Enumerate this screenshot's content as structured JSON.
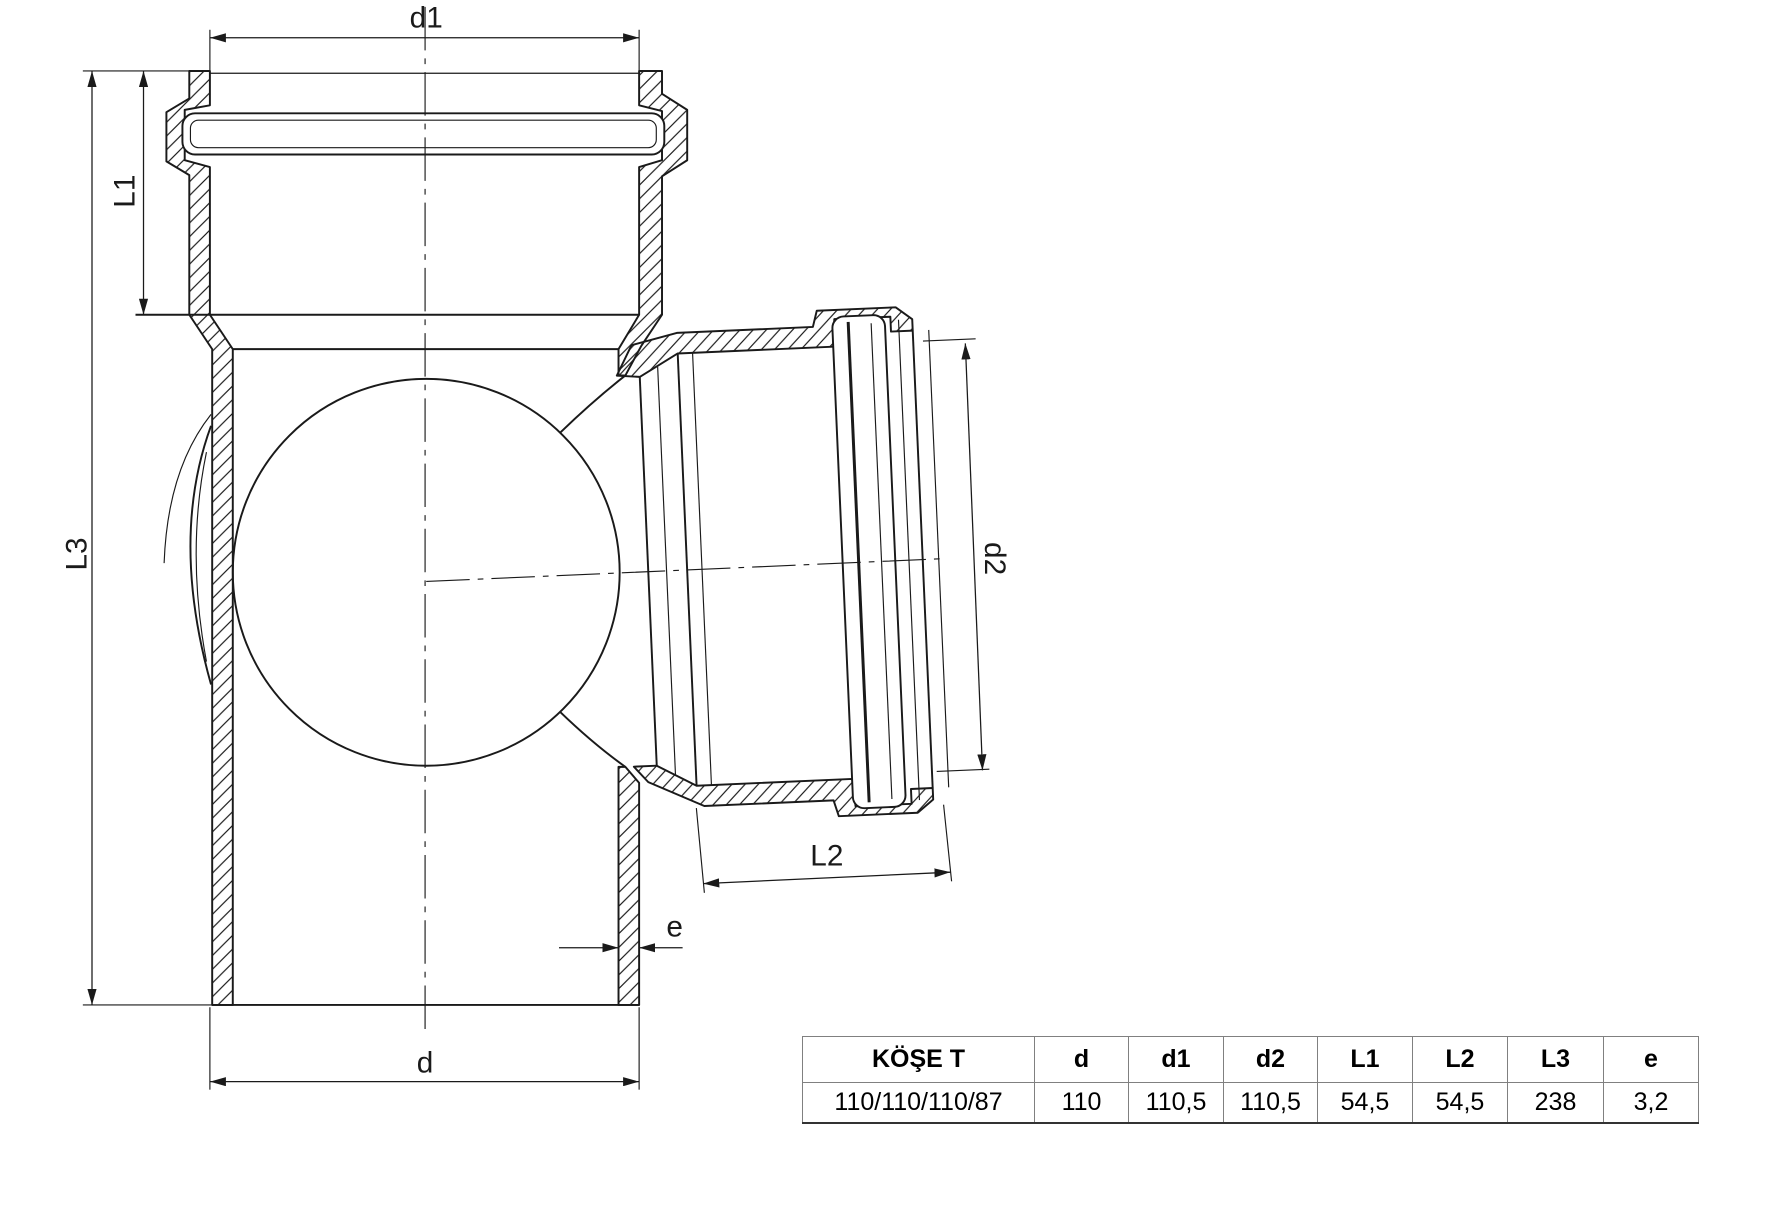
{
  "colors": {
    "line": "#1a1a1a",
    "background": "#ffffff",
    "table_grid": "#808080"
  },
  "drawing": {
    "labels": {
      "d1": "d1",
      "d": "d",
      "d2": "d2",
      "L1": "L1",
      "L2": "L2",
      "L3": "L3",
      "e": "e"
    }
  },
  "table": {
    "headers": [
      "KÖŞE T",
      "d",
      "d1",
      "d2",
      "L1",
      "L2",
      "L3",
      "e"
    ],
    "rows": [
      [
        "110/110/110/87",
        "110",
        "110,5",
        "110,5",
        "54,5",
        "54,5",
        "238",
        "3,2"
      ]
    ]
  }
}
